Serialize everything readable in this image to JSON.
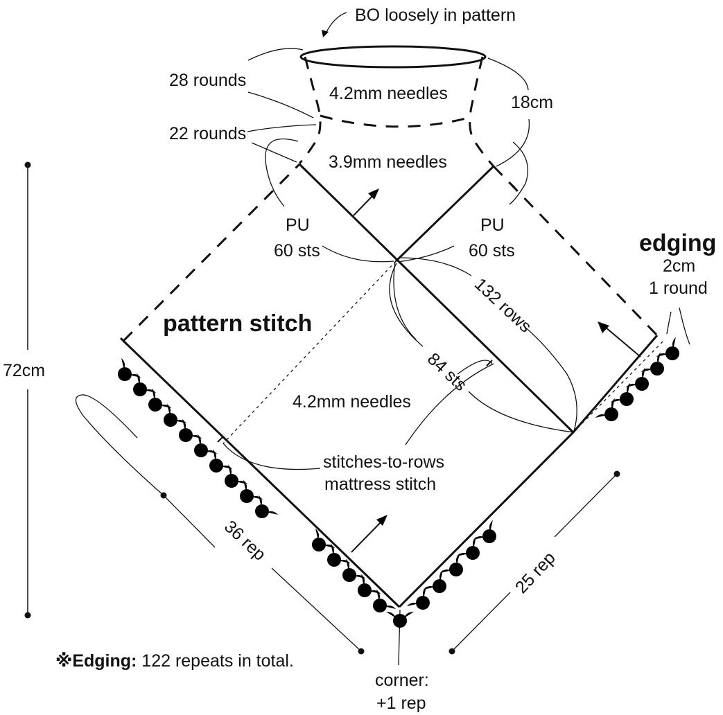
{
  "labels": {
    "bind_off": "BO loosely in pattern",
    "rounds_28": "28 rounds",
    "rounds_22": "22 rounds",
    "needles_top": "4.2mm needles",
    "needles_mid": "3.9mm needles",
    "height_18": "18cm",
    "pu_left_1": "PU",
    "pu_left_2": "60 sts",
    "pu_right_1": "PU",
    "pu_right_2": "60 sts",
    "edging_title": "edging",
    "edging_width": "2cm",
    "edging_rounds": "1 round",
    "pattern_stitch": "pattern stitch",
    "rows_132": "132 rows",
    "sts_84": "84 sts",
    "needles_body": "4.2mm needles",
    "seam_1": "stitches-to-rows",
    "seam_2": "mattress stitch",
    "total_72": "72cm",
    "rep_36": "36 rep",
    "rep_25": "25 rep",
    "corner_1": "corner:",
    "corner_2": "+1 rep",
    "footnote_mark": "※",
    "footnote_bold": "Edging:",
    "footnote_rest": " 122 repeats in total."
  }
}
